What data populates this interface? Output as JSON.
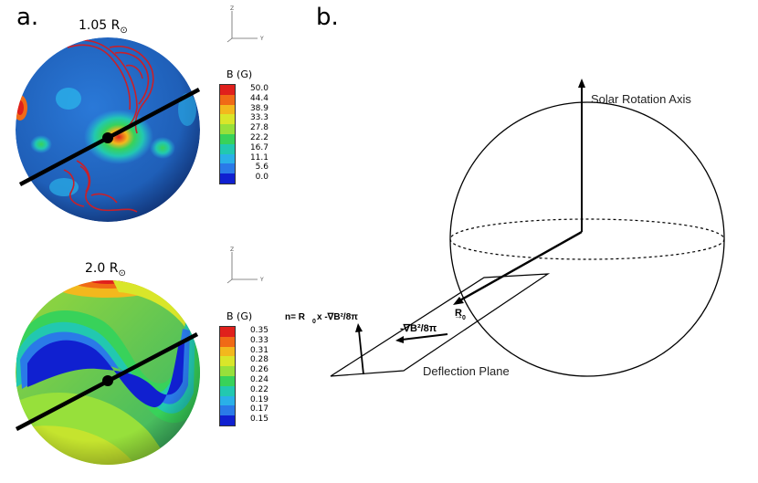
{
  "panel_a": {
    "label": "a.",
    "top_sphere": {
      "title": "1.05 R",
      "title_sub": "⊙"
    },
    "bottom_sphere": {
      "title": "2.0 R",
      "title_sub": "⊙"
    },
    "top_colorbar": {
      "title": "B (G)",
      "ticks": [
        "50.0",
        "44.4",
        "38.9",
        "33.3",
        "27.8",
        "22.2",
        "16.7",
        "11.1",
        "5.6",
        "0.0"
      ],
      "colors": [
        "#e0201c",
        "#f06a16",
        "#f3b81d",
        "#d9e62a",
        "#97e03b",
        "#38d25a",
        "#22c8b0",
        "#2ab0e8",
        "#2a7ae8",
        "#1020d0"
      ]
    },
    "bottom_colorbar": {
      "title": "B (G)",
      "ticks": [
        "0.35",
        "0.33",
        "0.31",
        "0.28",
        "0.26",
        "0.24",
        "0.22",
        "0.19",
        "0.17",
        "0.15"
      ],
      "colors": [
        "#e0201c",
        "#f06a16",
        "#f3b81d",
        "#d9e62a",
        "#97e03b",
        "#38d25a",
        "#22c8b0",
        "#2ab0e8",
        "#2a7ae8",
        "#1020d0"
      ]
    },
    "mini_axes": {
      "z": "Z",
      "y": "Y"
    }
  },
  "panel_b": {
    "label": "b.",
    "rotation_axis_label": "Solar Rotation Axis",
    "deflection_plane_label": "Deflection Plane",
    "r0_label": "R",
    "r0_sub": "0",
    "gradient_label": "-∇B²/8π",
    "normal_label_pre": "n= R",
    "normal_label_sub": "0",
    "normal_label_post": " x -∇B²/8π"
  }
}
